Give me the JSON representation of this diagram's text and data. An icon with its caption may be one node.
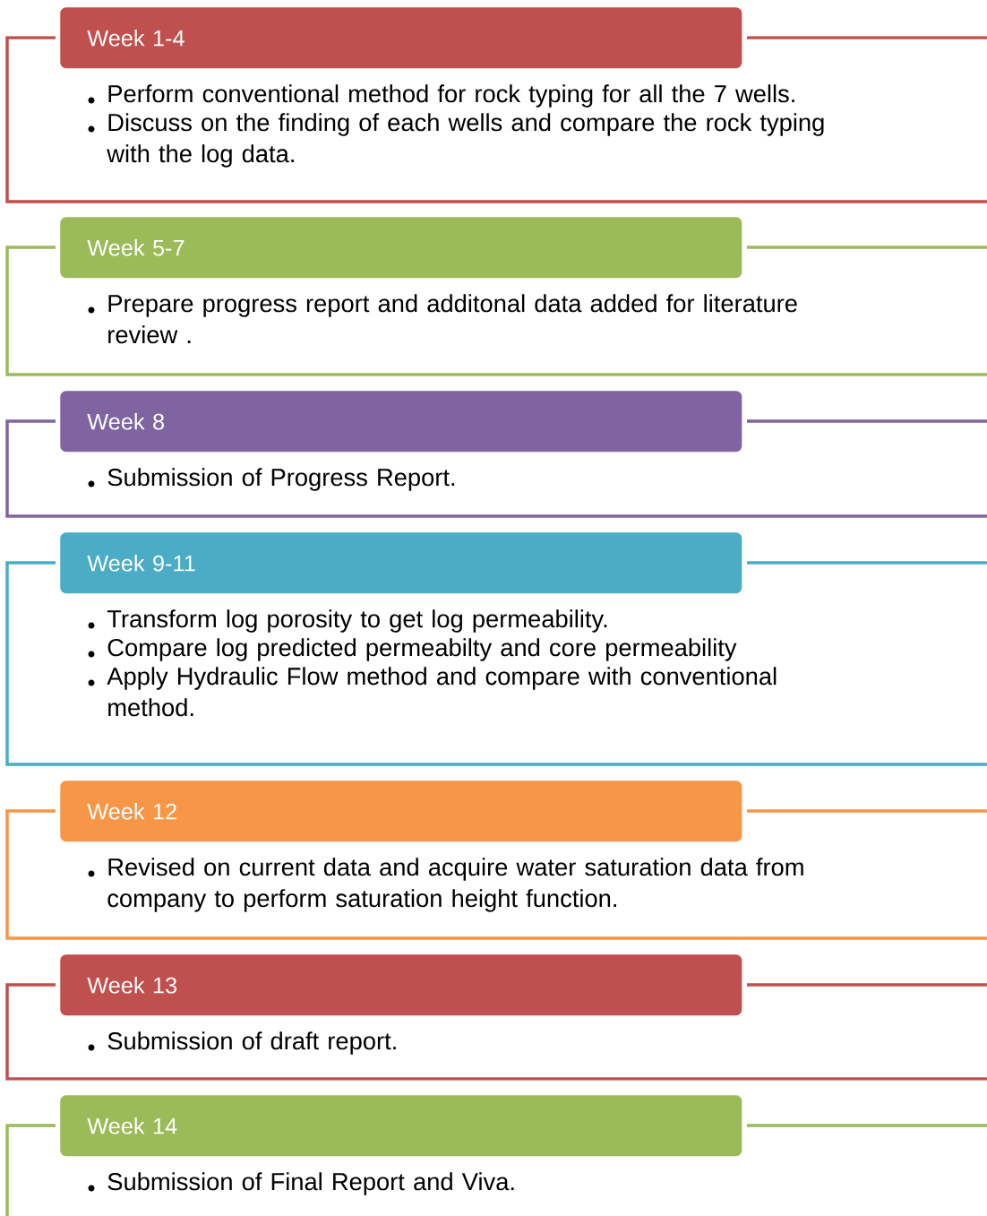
{
  "diagram": {
    "nodes": [
      {
        "text": [
          "Week 1-4",
          "Perform conventional method for rock typing for all the 7 wells.",
          "Discuss on the finding of each wells and compare the rock typing with the log data."
        ]
      },
      {
        "text": [
          "Week 5-7",
          "Prepare progress report and additonal data added for literature review ."
        ]
      },
      {
        "text": [
          "Week 8",
          "Submission of Progress Report."
        ]
      },
      {
        "text": [
          "Week 9-11",
          "Transform log porosity to get log permeability.",
          "Compare log predicted permeabilty and core permeability",
          "Apply Hydraulic Flow method and compare with conventional method."
        ]
      },
      {
        "text": [
          "Week 12",
          "Revised on current data and acquire water saturation data from company to perform saturation height function."
        ]
      },
      {
        "text": [
          "Week 13",
          "Submission of draft report."
        ]
      },
      {
        "text": [
          "Week 14",
          "Submission of Final Report and Viva."
        ]
      }
    ]
  }
}
